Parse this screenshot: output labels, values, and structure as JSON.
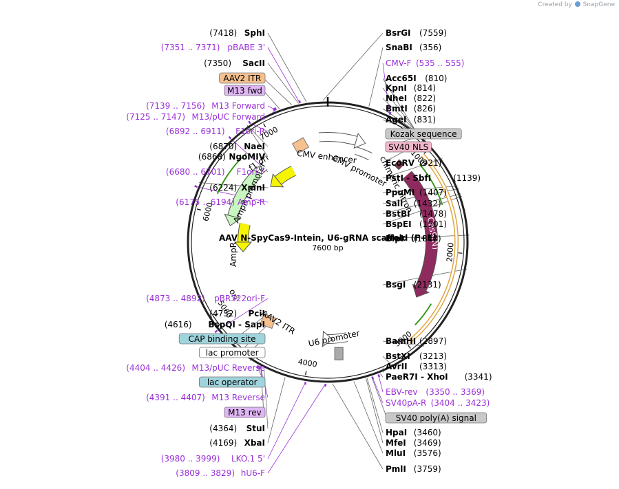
{
  "header": {
    "created_by_label": "Created by",
    "app_name": "SnapGene"
  },
  "plasmid": {
    "name": "AAV N-SpyCas9-Intein, U6-gRNA  scaffold (F+E)",
    "length_label": "7600 bp",
    "length": 7600
  },
  "ticks": [
    "1000",
    "2000",
    "3000",
    "4000",
    "5000",
    "6000",
    "7000"
  ],
  "colors": {
    "backbone": "#222222",
    "primer": "#9b30d9",
    "cas9": "#8e2a5e",
    "yellow": "#f5f500",
    "green_promoter": "#c8f5c0",
    "orange_itr": "#f6c08f",
    "primer_arrow": "#3a9a1e",
    "primer_outline": "#e0a640"
  },
  "sites": [
    {
      "name": "SphI",
      "pos": "(7418)",
      "kind": "enzyme",
      "side": "left"
    },
    {
      "name": "pBABE 3'",
      "pos": "(7351 .. 7371)",
      "kind": "primer",
      "side": "left"
    },
    {
      "name": "SacII",
      "pos": "(7350)",
      "kind": "enzyme",
      "side": "left"
    },
    {
      "name": "AAV2 ITR",
      "pos": "",
      "kind": "box",
      "box": "orange",
      "side": "left"
    },
    {
      "name": "M13 fwd",
      "pos": "",
      "kind": "box",
      "box": "purple",
      "side": "left"
    },
    {
      "name": "M13 Forward",
      "pos": "(7139 .. 7156)",
      "kind": "primer",
      "side": "left"
    },
    {
      "name": "M13/pUC Forward",
      "pos": "(7125 .. 7147)",
      "kind": "primer",
      "side": "left"
    },
    {
      "name": "F1ori-R",
      "pos": "(6892 .. 6911)",
      "kind": "primer",
      "side": "left"
    },
    {
      "name": "NaeI",
      "pos": "(6870)",
      "kind": "enzyme",
      "side": "left"
    },
    {
      "name": "NgoMIV",
      "pos": "(6868)",
      "kind": "enzyme",
      "side": "left"
    },
    {
      "name": "F1ori-F",
      "pos": "(6680 .. 6701)",
      "kind": "primer",
      "side": "left"
    },
    {
      "name": "XmnI",
      "pos": "(6224)",
      "kind": "enzyme",
      "side": "left"
    },
    {
      "name": "Amp-R",
      "pos": "(6175 .. 6194)",
      "kind": "primer",
      "side": "left"
    },
    {
      "name": "pBR322ori-F",
      "pos": "(4873 .. 4892)",
      "kind": "primer",
      "side": "left"
    },
    {
      "name": "PciI",
      "pos": "(4732)",
      "kind": "enzyme",
      "side": "left"
    },
    {
      "name": "BspQI - SapI",
      "pos": "(4616)",
      "kind": "enzyme",
      "side": "left"
    },
    {
      "name": "CAP binding site",
      "pos": "",
      "kind": "box",
      "box": "teal",
      "side": "left"
    },
    {
      "name": "lac promoter",
      "pos": "",
      "kind": "box",
      "box": "white",
      "side": "left"
    },
    {
      "name": "M13/pUC Reverse",
      "pos": "(4404 .. 4426)",
      "kind": "primer",
      "side": "left"
    },
    {
      "name": "lac operator",
      "pos": "",
      "kind": "box",
      "box": "teal",
      "side": "left"
    },
    {
      "name": "M13 Reverse",
      "pos": "(4391 .. 4407)",
      "kind": "primer",
      "side": "left"
    },
    {
      "name": "M13 rev",
      "pos": "",
      "kind": "box",
      "box": "purple",
      "side": "left"
    },
    {
      "name": "StuI",
      "pos": "(4364)",
      "kind": "enzyme",
      "side": "left"
    },
    {
      "name": "XbaI",
      "pos": "(4169)",
      "kind": "enzyme",
      "side": "left"
    },
    {
      "name": "LKO.1 5'",
      "pos": "(3980 .. 3999)",
      "kind": "primer",
      "side": "left"
    },
    {
      "name": "hU6-F",
      "pos": "(3809 .. 3829)",
      "kind": "primer",
      "side": "left"
    },
    {
      "name": "BsrGI",
      "pos": "(7559)",
      "kind": "enzyme",
      "side": "right"
    },
    {
      "name": "SnaBI",
      "pos": "(356)",
      "kind": "enzyme",
      "side": "right"
    },
    {
      "name": "CMV-F",
      "pos": "(535 .. 555)",
      "kind": "primer",
      "side": "right"
    },
    {
      "name": "Acc65I",
      "pos": "(810)",
      "kind": "enzyme",
      "side": "right"
    },
    {
      "name": "KpnI",
      "pos": "(814)",
      "kind": "enzyme",
      "side": "right"
    },
    {
      "name": "NheI",
      "pos": "(822)",
      "kind": "enzyme",
      "side": "right"
    },
    {
      "name": "BmtI",
      "pos": "(826)",
      "kind": "enzyme",
      "side": "right"
    },
    {
      "name": "AgeI",
      "pos": "(831)",
      "kind": "enzyme",
      "side": "right"
    },
    {
      "name": "Kozak sequence",
      "pos": "",
      "kind": "box",
      "box": "grey",
      "side": "right"
    },
    {
      "name": "SV40 NLS",
      "pos": "",
      "kind": "box",
      "box": "pink",
      "side": "right"
    },
    {
      "name": "EcoRV",
      "pos": "(921)",
      "kind": "enzyme",
      "side": "right"
    },
    {
      "name": "PstI - SbfI",
      "pos": "(1139)",
      "kind": "enzyme",
      "side": "right"
    },
    {
      "name": "PpuMI",
      "pos": "(1407)",
      "kind": "enzyme",
      "side": "right"
    },
    {
      "name": "SalI",
      "pos": "(1432)",
      "kind": "enzyme",
      "side": "right"
    },
    {
      "name": "BstBI",
      "pos": "(1478)",
      "kind": "enzyme",
      "side": "right"
    },
    {
      "name": "BspEI",
      "pos": "(1501)",
      "kind": "enzyme",
      "side": "right"
    },
    {
      "name": "BlpI",
      "pos": "(1840)",
      "kind": "enzyme",
      "side": "right"
    },
    {
      "name": "BsgI",
      "pos": "(2131)",
      "kind": "enzyme",
      "side": "right"
    },
    {
      "name": "BamHI",
      "pos": "(2897)",
      "kind": "enzyme",
      "side": "right"
    },
    {
      "name": "BstXI",
      "pos": "(3213)",
      "kind": "enzyme",
      "side": "right"
    },
    {
      "name": "AvrII",
      "pos": "(3313)",
      "kind": "enzyme",
      "side": "right"
    },
    {
      "name": "PaeR7I - XhoI",
      "pos": "(3341)",
      "kind": "enzyme",
      "side": "right"
    },
    {
      "name": "EBV-rev",
      "pos": "(3350 .. 3369)",
      "kind": "primer",
      "side": "right"
    },
    {
      "name": "SV40pA-R",
      "pos": "(3404 .. 3423)",
      "kind": "primer",
      "side": "right"
    },
    {
      "name": "SV40 poly(A) signal",
      "pos": "",
      "kind": "box",
      "box": "grey",
      "side": "right"
    },
    {
      "name": "HpaI",
      "pos": "(3460)",
      "kind": "enzyme",
      "side": "right"
    },
    {
      "name": "MfeI",
      "pos": "(3469)",
      "kind": "enzyme",
      "side": "right"
    },
    {
      "name": "MluI",
      "pos": "(3576)",
      "kind": "enzyme",
      "side": "right"
    },
    {
      "name": "PmlI",
      "pos": "(3759)",
      "kind": "enzyme",
      "side": "right"
    }
  ],
  "features": [
    {
      "name": "CMV enhancer"
    },
    {
      "name": "CMV promoter"
    },
    {
      "name": "chimeric intron"
    },
    {
      "name": "Cas9(N)"
    },
    {
      "name": "U6 promoter"
    },
    {
      "name": "AAV2 ITR"
    },
    {
      "name": "ori"
    },
    {
      "name": "AmpR"
    },
    {
      "name": "AmpR promoter"
    },
    {
      "name": "f1 ori"
    }
  ]
}
